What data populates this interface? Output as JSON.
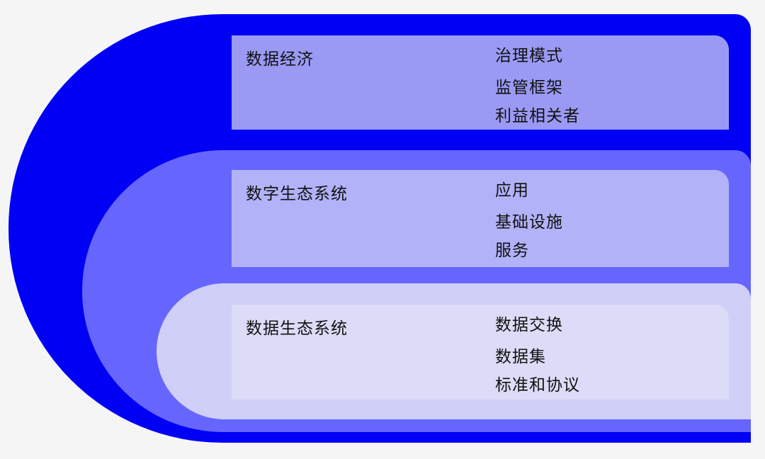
{
  "layers": [
    {
      "title": "数据经济",
      "items": [
        "治理模式",
        "监管框架",
        "利益相关者"
      ]
    },
    {
      "title": "数字生态系统",
      "items": [
        "应用",
        "基础设施",
        "服务"
      ]
    },
    {
      "title": "数据生态系统",
      "items": [
        "数据交换",
        "数据集",
        "标准和协议"
      ]
    }
  ],
  "colors": {
    "outer": "#0000f5",
    "middle": "#6666ff",
    "inner": "#cfcff8",
    "panel_1": "#9a9af5",
    "panel_2": "#b2b2f8",
    "panel_3": "#dcdcf8"
  }
}
